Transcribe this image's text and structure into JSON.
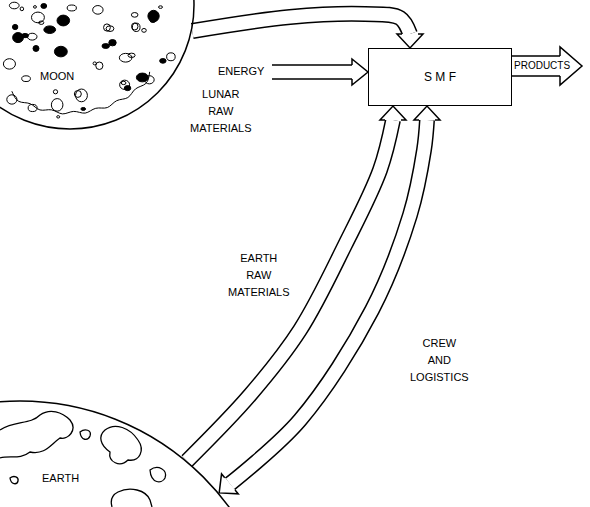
{
  "diagram": {
    "nodes": [
      {
        "text": [
          "MOON"
        ]
      },
      {
        "text": [
          "S M F"
        ]
      },
      {
        "text": [
          "EARTH"
        ]
      }
    ],
    "edges": [
      {
        "from": 0,
        "to": 1,
        "arrow": "to",
        "label": "LUNAR RAW MATERIALS"
      },
      {
        "from": 2,
        "to": 1,
        "arrow": "to",
        "label": "EARTH RAW MATERIALS"
      },
      {
        "from": 2,
        "to": 1,
        "arrow": "both",
        "label": "CREW AND LOGISTICS"
      }
    ],
    "labels": [
      "ENERGY",
      "PRODUCTS"
    ]
  }
}
